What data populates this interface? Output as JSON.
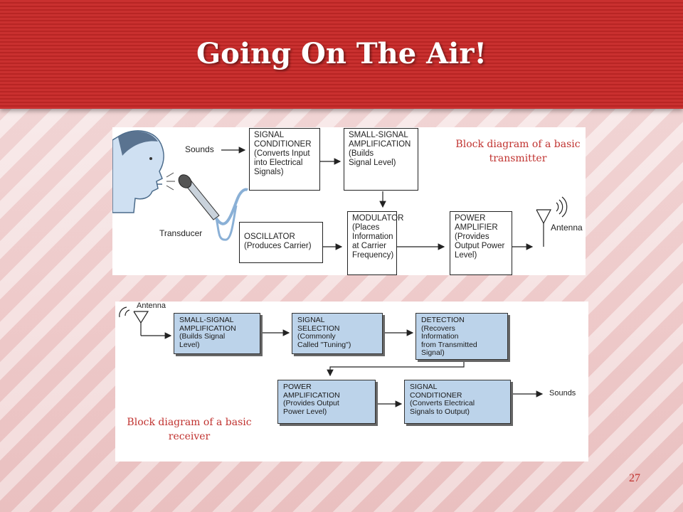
{
  "slide": {
    "title": "Going On The Air!",
    "page_number": "27"
  },
  "transmitter": {
    "caption": "Block diagram of a basic transmitter",
    "labels": {
      "sounds": "Sounds",
      "transducer": "Transducer",
      "antenna": "Antenna"
    },
    "blocks": {
      "signal_conditioner": "SIGNAL\nCONDITIONER\n(Converts Input\ninto Electrical\nSignals)",
      "small_signal_amp": "SMALL-SIGNAL\nAMPLIFICATION\n(Builds\nSignal Level)",
      "oscillator": "OSCILLATOR\n(Produces Carrier)",
      "modulator": "MODULATOR\n(Places\nInformation\nat Carrier\nFrequency)",
      "power_amplifier": "POWER\nAMPLIFIER\n(Provides\nOutput Power\nLevel)"
    }
  },
  "receiver": {
    "caption": "Block diagram of a basic receiver",
    "labels": {
      "antenna": "Antenna",
      "sounds": "Sounds"
    },
    "blocks": {
      "small_signal_amp": "SMALL-SIGNAL\nAMPLIFICATION\n(Builds Signal\nLevel)",
      "signal_selection": "SIGNAL\nSELECTION\n(Commonly\nCalled \"Tuning\")",
      "detection": "DETECTION\n(Recovers\nInformation\nfrom Transmitted\nSignal)",
      "power_amplification": "POWER\nAMPLIFICATION\n(Provides Output\nPower Level)",
      "signal_conditioner": "SIGNAL\nCONDITIONER\n(Converts Electrical\nSignals to Output)"
    }
  },
  "colors": {
    "header_red": "#c9302f",
    "caption_red": "#c0322f",
    "receiver_block_blue": "#bcd3ea"
  }
}
